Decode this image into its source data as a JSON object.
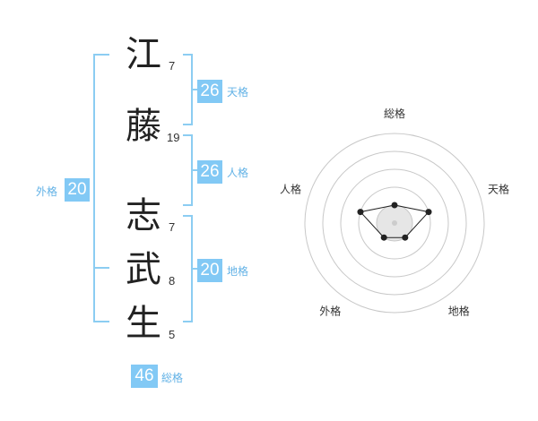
{
  "name": {
    "characters": [
      {
        "char": "江",
        "strokes": "7"
      },
      {
        "char": "藤",
        "strokes": "19"
      },
      {
        "char": "志",
        "strokes": "7"
      },
      {
        "char": "武",
        "strokes": "8"
      },
      {
        "char": "生",
        "strokes": "5"
      }
    ]
  },
  "fortunes": {
    "tenkaku": {
      "value": "26",
      "label": "天格"
    },
    "jinkaku": {
      "value": "26",
      "label": "人格"
    },
    "chikaku": {
      "value": "20",
      "label": "地格"
    },
    "gaikaku": {
      "value": "20",
      "label": "外格"
    },
    "soukaku": {
      "value": "46",
      "label": "総格"
    }
  },
  "radar": {
    "axes": [
      "総格",
      "天格",
      "地格",
      "外格",
      "人格"
    ],
    "values": [
      1,
      2,
      1,
      1,
      2
    ],
    "max": 5,
    "colors": {
      "rings": "#c8c8c8",
      "marker": "#222222",
      "center": "#e6e6e6"
    }
  }
}
